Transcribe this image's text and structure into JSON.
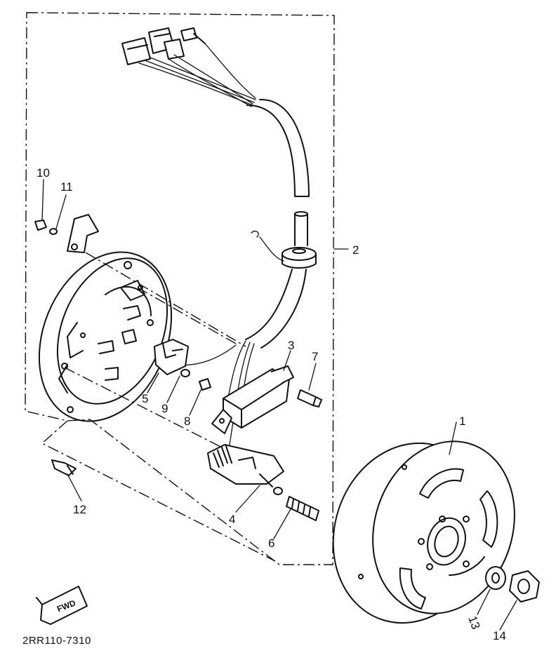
{
  "diagram": {
    "parts": [
      {
        "key": "p1",
        "label": "1"
      },
      {
        "key": "p2",
        "label": "2"
      },
      {
        "key": "p3",
        "label": "3"
      },
      {
        "key": "p4",
        "label": "4"
      },
      {
        "key": "p5",
        "label": "5"
      },
      {
        "key": "p6",
        "label": "6"
      },
      {
        "key": "p7",
        "label": "7"
      },
      {
        "key": "p8",
        "label": "8"
      },
      {
        "key": "p9",
        "label": "9"
      },
      {
        "key": "p10",
        "label": "10"
      },
      {
        "key": "p11",
        "label": "11"
      },
      {
        "key": "p12",
        "label": "12"
      },
      {
        "key": "p13",
        "label": "13"
      },
      {
        "key": "p14",
        "label": "14"
      }
    ],
    "fwd_label": "FWD",
    "drawing_code": "2RR110-7310",
    "colors": {
      "ink": "#111111",
      "paper": "#ffffff"
    }
  }
}
